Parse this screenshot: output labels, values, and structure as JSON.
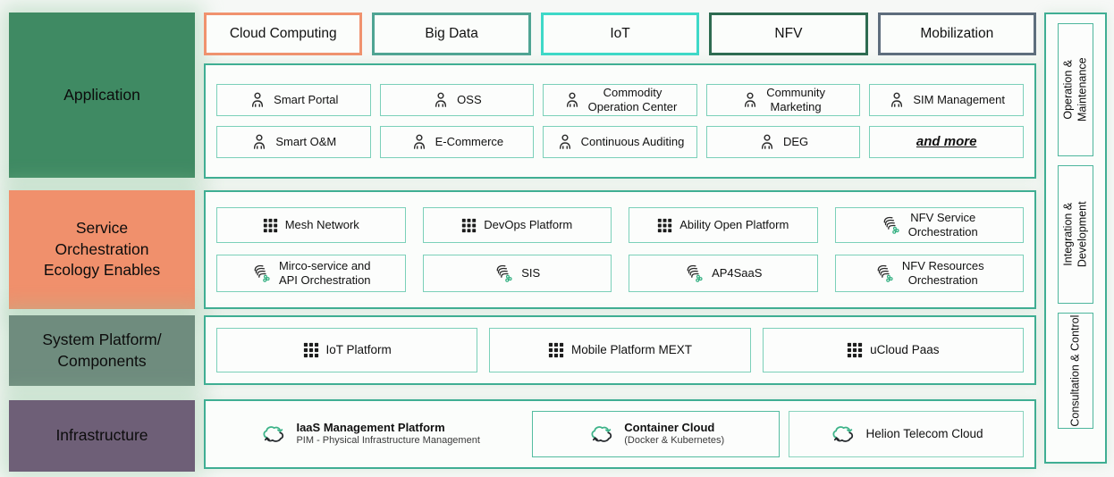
{
  "left_sections": [
    {
      "label": "Application",
      "color": "#3F8A63"
    },
    {
      "label": "Service\nOrchestration\nEcology Enables",
      "color": "#F0906C"
    },
    {
      "label": "System Platform/\nComponents",
      "color": "#6F8C7E"
    },
    {
      "label": "Infrastructure",
      "color": "#6E5F77"
    }
  ],
  "top_chips": [
    {
      "label": "Cloud Computing",
      "border_color": "#F0926E"
    },
    {
      "label": "Big Data",
      "border_color": "#4FA493"
    },
    {
      "label": "IoT",
      "border_color": "#3ED9C8"
    },
    {
      "label": "NFV",
      "border_color": "#2E6B51"
    },
    {
      "label": "Mobilization",
      "border_color": "#5E6D7D"
    }
  ],
  "application": {
    "row1": [
      {
        "icon": "person-icon",
        "label": "Smart Portal"
      },
      {
        "icon": "person-icon",
        "label": "OSS"
      },
      {
        "icon": "person-icon",
        "label": "Commodity\nOperation Center"
      },
      {
        "icon": "person-icon",
        "label": "Community\nMarketing"
      },
      {
        "icon": "person-icon",
        "label": "SIM Management"
      }
    ],
    "row2": [
      {
        "icon": "person-icon",
        "label": "Smart O&M"
      },
      {
        "icon": "person-icon",
        "label": "E-Commerce"
      },
      {
        "icon": "person-icon",
        "label": "Continuous Auditing"
      },
      {
        "icon": "person-icon",
        "label": "DEG"
      },
      {
        "icon": "none",
        "label": "and more"
      }
    ]
  },
  "service_orchestration": {
    "row1": [
      {
        "icon": "grid-icon",
        "label": "Mesh Network"
      },
      {
        "icon": "grid-icon",
        "label": "DevOps Platform"
      },
      {
        "icon": "grid-icon",
        "label": "Ability Open Platform"
      },
      {
        "icon": "swirl-icon",
        "label": "NFV Service\nOrchestration"
      }
    ],
    "row2": [
      {
        "icon": "swirl-icon",
        "label": "Mirco-service and\nAPI Orchestration"
      },
      {
        "icon": "swirl-icon",
        "label": "SIS"
      },
      {
        "icon": "swirl-icon",
        "label": "AP4SaaS"
      },
      {
        "icon": "swirl-icon",
        "label": "NFV Resources\nOrchestration"
      }
    ]
  },
  "system_platform": {
    "items": [
      {
        "icon": "grid-icon",
        "label": "IoT Platform"
      },
      {
        "icon": "grid-icon",
        "label": "Mobile Platform MEXT"
      },
      {
        "icon": "grid-icon",
        "label": "uCloud Paas"
      }
    ]
  },
  "infrastructure": {
    "items": [
      {
        "icon": "cloud-sync-icon",
        "title": "IaaS Management Platform",
        "subtitle": "PIM - Physical Infrastructure Management"
      },
      {
        "icon": "cloud-sync-icon",
        "title": "Container Cloud",
        "subtitle": "(Docker & Kubernetes)"
      },
      {
        "icon": "cloud-sync-icon",
        "title": "Helion Telecom Cloud",
        "subtitle": ""
      }
    ]
  },
  "right_sections": [
    {
      "label": "Operation &\nMaintenance"
    },
    {
      "label": "Integration &\nDevelopment"
    },
    {
      "label": "Consultation & Control"
    }
  ],
  "colors": {
    "panel_border": "#3FAE93",
    "item_border": "#7BD0B9"
  }
}
